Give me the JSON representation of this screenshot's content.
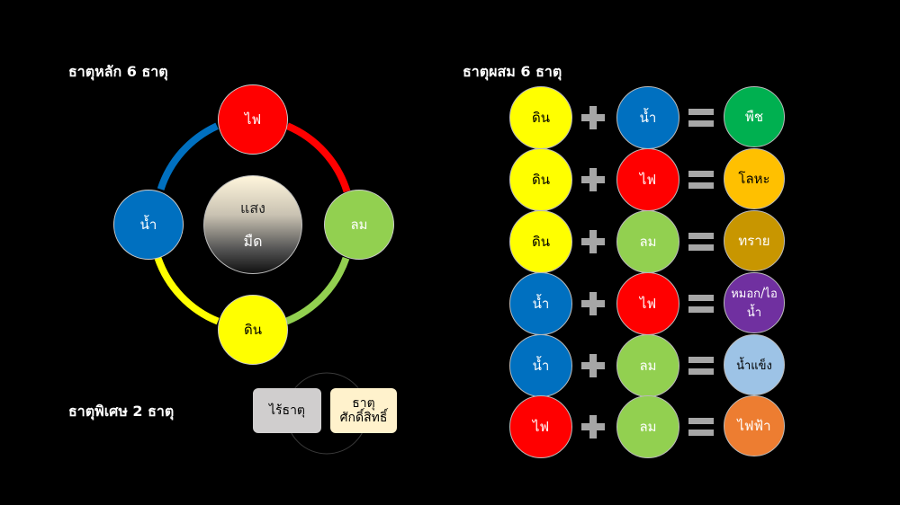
{
  "main_heading": "ธาตุหลัก 6 ธาตุ",
  "combo_heading": "ธาตุผสม 6 ธาตุ",
  "special_heading": "ธาตุพิเศษ 2 ธาตุ",
  "main": {
    "fire": "ไฟ",
    "water": "น้ำ",
    "wind": "ลม",
    "earth": "ดิน",
    "light": "แสง",
    "dark": "มืด"
  },
  "combos": [
    {
      "a": "ดิน",
      "b": "น้ำ",
      "result": "พืช"
    },
    {
      "a": "ดิน",
      "b": "ไฟ",
      "result": "โลหะ"
    },
    {
      "a": "ดิน",
      "b": "ลม",
      "result": "ทราย"
    },
    {
      "a": "น้ำ",
      "b": "ไฟ",
      "result": "หมอก/ไอน้ำ"
    },
    {
      "a": "น้ำ",
      "b": "ลม",
      "result": "น้ำแข็ง"
    },
    {
      "a": "ไฟ",
      "b": "ลม",
      "result": "ไฟฟ้า"
    }
  ],
  "special": {
    "none": "ไร้ธาตุ",
    "sacred_line1": "ธาตุ",
    "sacred_line2": "ศักดิ์สิทธิ์"
  },
  "colors": {
    "fire": "#ff0000",
    "water": "#0070c0",
    "wind": "#92d050",
    "earth": "#ffff00",
    "plant": "#00b050",
    "metal": "#ffc000",
    "sand": "#c89600",
    "mist": "#7030a0",
    "ice": "#9dc3e6",
    "electric": "#ed7d31",
    "none_box": "#d0cece",
    "sacred_box": "#fff2cc"
  }
}
